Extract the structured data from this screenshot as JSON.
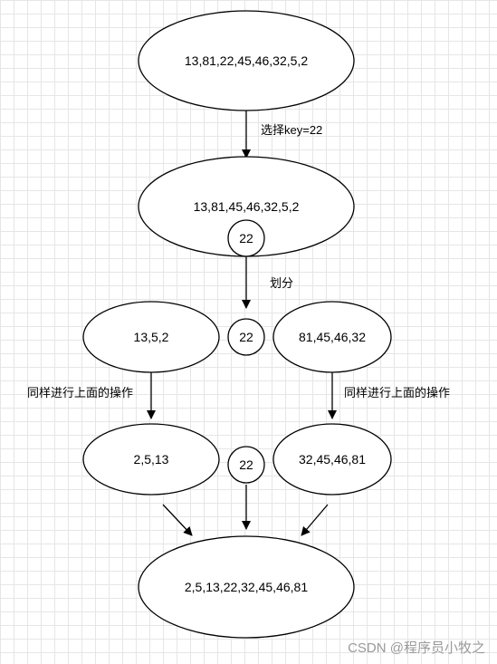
{
  "nodes": {
    "root": "13,81,22,45,46,32,5,2",
    "after_pick": "13,81,45,46,32,5,2",
    "key_inner": "22",
    "left": "13,5,2",
    "pivot_mid": "22",
    "right": "81,45,46,32",
    "left_sorted": "2,5,13",
    "pivot_low": "22",
    "right_sorted": "32,45,46,81",
    "result": "2,5,13,22,32,45,46,81"
  },
  "edges": {
    "pick_key": "选择key=22",
    "partition": "划分",
    "recurse_left": "同样进行上面的操作",
    "recurse_right": "同样进行上面的操作"
  },
  "watermark": "CSDN @程序员小牧之"
}
